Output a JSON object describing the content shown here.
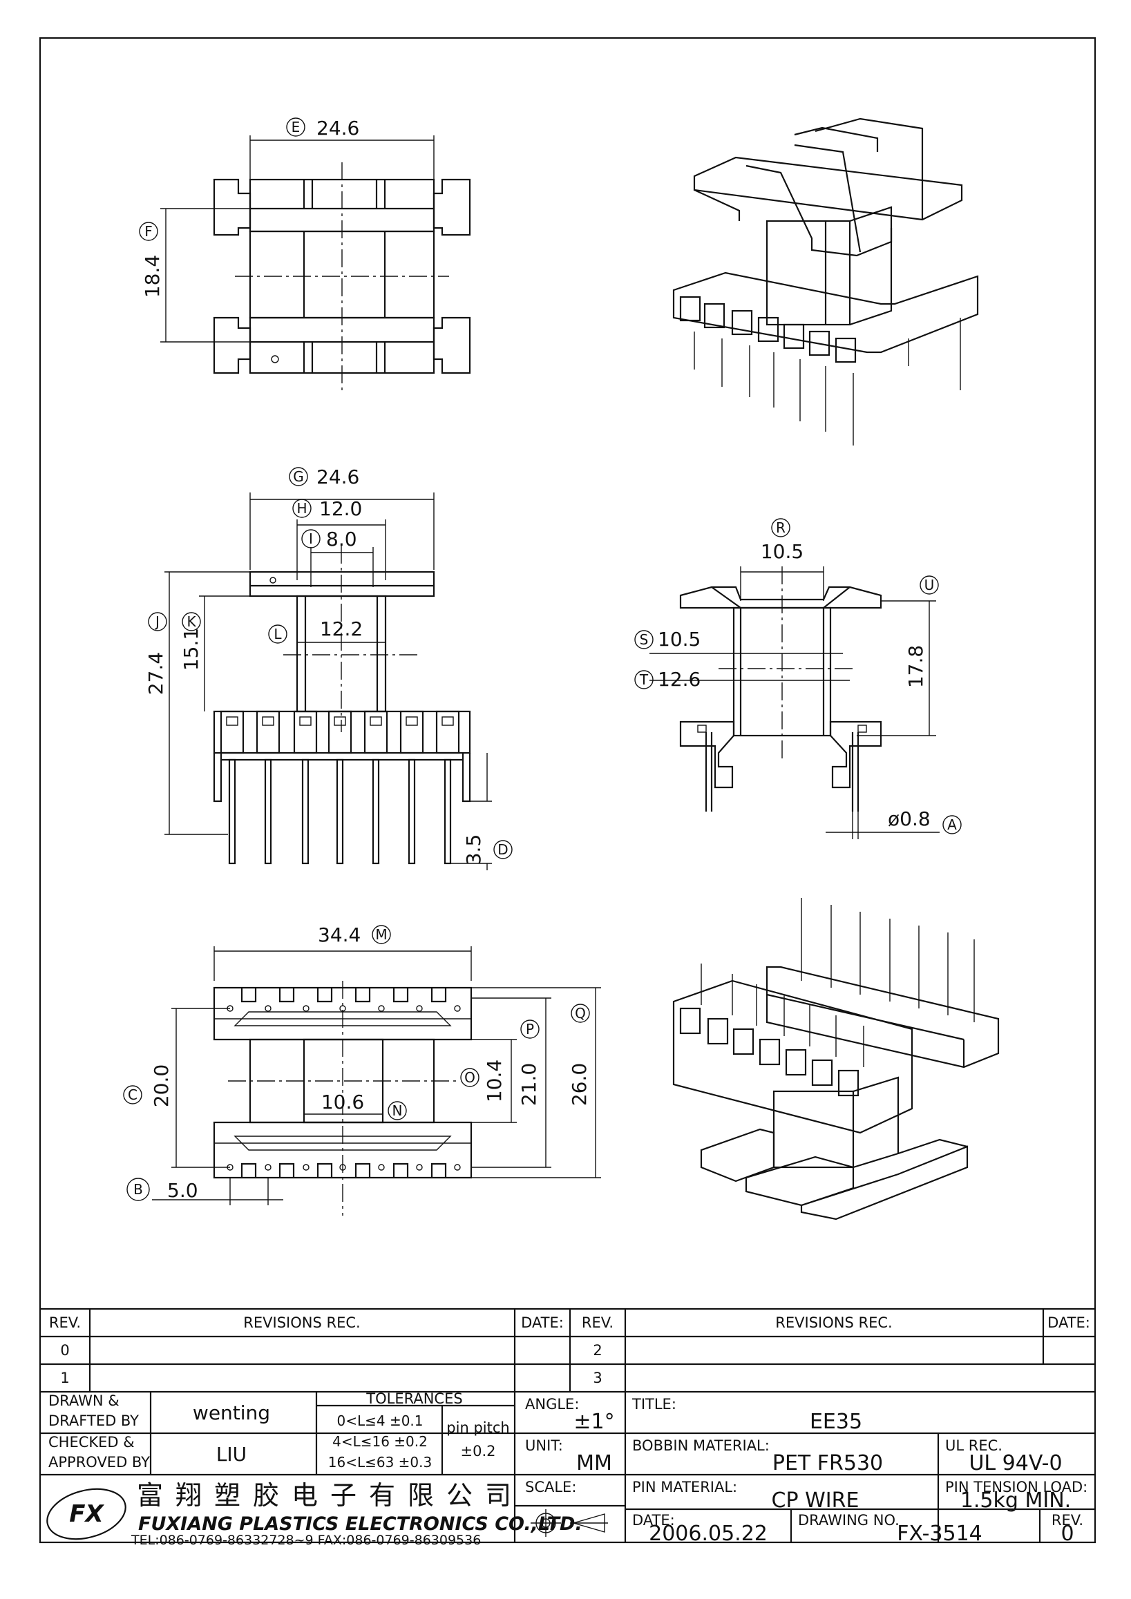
{
  "drawing": {
    "top_view_dims": {
      "e": "24.6",
      "f": "18.4",
      "e_tag": "E",
      "f_tag": "F"
    },
    "front_view_dims": {
      "g": "24.6",
      "h": "12.0",
      "i": "8.0",
      "j": "27.4",
      "k": "15.1",
      "l": "12.2",
      "d": "3.5",
      "g_tag": "G",
      "h_tag": "H",
      "i_tag": "I",
      "j_tag": "J",
      "k_tag": "K",
      "l_tag": "L",
      "d_tag": "D"
    },
    "side_view_dims": {
      "r": "10.5",
      "s": "10.5",
      "t": "12.6",
      "u_tag": "U",
      "height": "17.8",
      "pin_dia": "ø0.8",
      "r_tag": "R",
      "s_tag": "S",
      "t_tag": "T",
      "a_tag": "A"
    },
    "bottom_view_dims": {
      "m": "34.4",
      "c": "20.0",
      "o": "10.4",
      "p": "21.0",
      "q": "26.0",
      "n": "10.6",
      "b": "5.0",
      "m_tag": "M",
      "c_tag": "C",
      "o_tag": "O",
      "p_tag": "P",
      "q_tag": "Q",
      "n_tag": "N",
      "b_tag": "B"
    }
  },
  "title_block": {
    "rev_header": "REV.",
    "revisions_header": "REVISIONS   REC.",
    "date_header": "DATE:",
    "rev_rows": [
      "0",
      "1"
    ],
    "rev_rows_right": [
      "2",
      "3"
    ],
    "drawn_label_1": "DRAWN &",
    "drawn_label_2": "DRAFTED BY",
    "drawn_value": "wenting",
    "checked_label_1": "CHECKED &",
    "checked_label_2": "APPROVED BY",
    "checked_value": "LIU",
    "tolerances_header": "TOLERANCES",
    "tol_1": "0<L≤4    ±0.1",
    "tol_2": "4<L≤16  ±0.2",
    "tol_3": "16<L≤63  ±0.3",
    "pin_pitch_label": "pin pitch",
    "pin_pitch_value": "±0.2",
    "angle_label": "ANGLE:",
    "angle_value": "±1°",
    "unit_label": "UNIT:",
    "unit_value": "MM",
    "scale_label": "SCALE:",
    "title_label": "TITLE:",
    "title_value": "EE35",
    "bobbin_material_label": "BOBBIN MATERIAL:",
    "bobbin_material_value": "PET FR530",
    "ul_rec_label": "UL REC.",
    "ul_rec_value": "UL 94V-0",
    "pin_material_label": "PIN MATERIAL:",
    "pin_material_value": "CP    WIRE",
    "pin_tension_label": "PIN TENSION LOAD:",
    "pin_tension_value": "1.5kg  MIN.",
    "date_label": "DATE:",
    "date_value": "2006.05.22",
    "drawing_no_label": "DRAWING NO.",
    "drawing_no_value": "FX-3514",
    "rev_label": "REV.",
    "rev_value": "0",
    "company_cn": "富翔塑胶电子有限公司",
    "company_en": "FUXIANG PLASTICS ELECTRONICS CO.,LTD.",
    "company_contact": "TEL:086-0769-86332728~9  FAX:086-0769-86309536",
    "logo_text": "FX"
  }
}
